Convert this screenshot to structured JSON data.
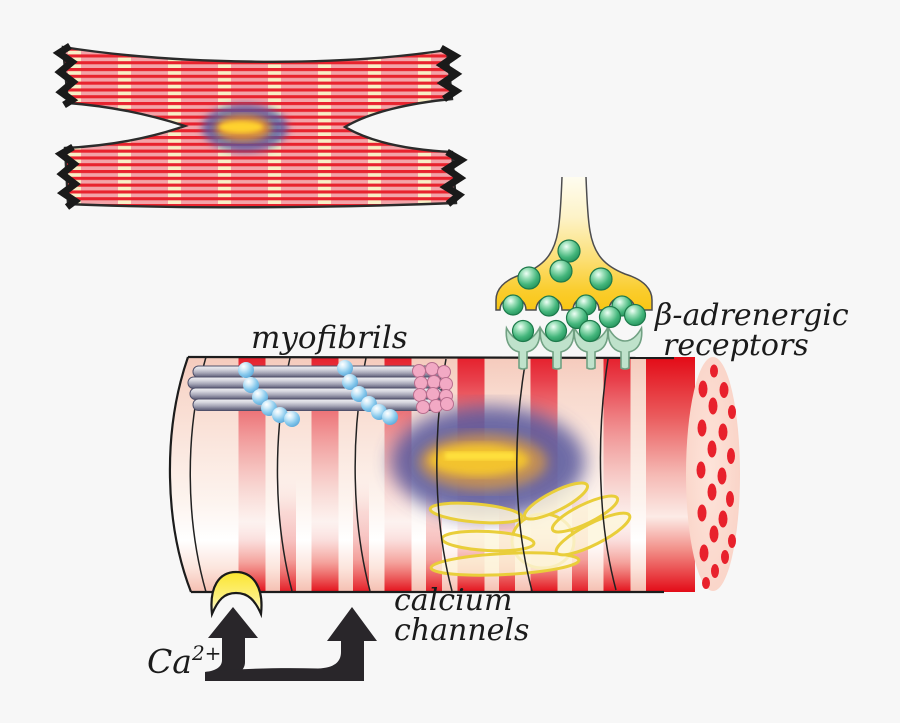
{
  "labels": {
    "myofibrils": "myofibrils",
    "beta_adrenergic_line1": "β-adrenergic",
    "beta_adrenergic_line2": "receptors",
    "calcium_channels_line1": "calcium",
    "calcium_channels_line2": "channels",
    "calcium_ion": "Ca",
    "calcium_ion_superscript": "2+"
  },
  "colors": {
    "background": "#f7f7f7",
    "cell_pink": "#f3a3a8",
    "striation_red": "#e8232e",
    "striation_cream": "#f8efc6",
    "intercalated_disc_black": "#1a1a1a",
    "fiber_stripe_red": "#e5202c",
    "fiber_base_pink": "#fbe3da",
    "nucleus_purple": "#55549b",
    "nucleus_yellow": "#f7ce2e",
    "terminal_yellow": "#f9c614",
    "vesicle_green": "#3cb277",
    "receptor_green": "#bfe2cb",
    "myofibril_gray": "#8f8fa2",
    "myofibril_end_pink": "#f2a9c4",
    "calcium_ion_blue": "#7cc3e9",
    "sr_outline_yellow": "#e9ce3a",
    "channel_yellow": "#fbe52f",
    "arrow_black": "#29262a",
    "label_black": "#1b1b1b"
  }
}
